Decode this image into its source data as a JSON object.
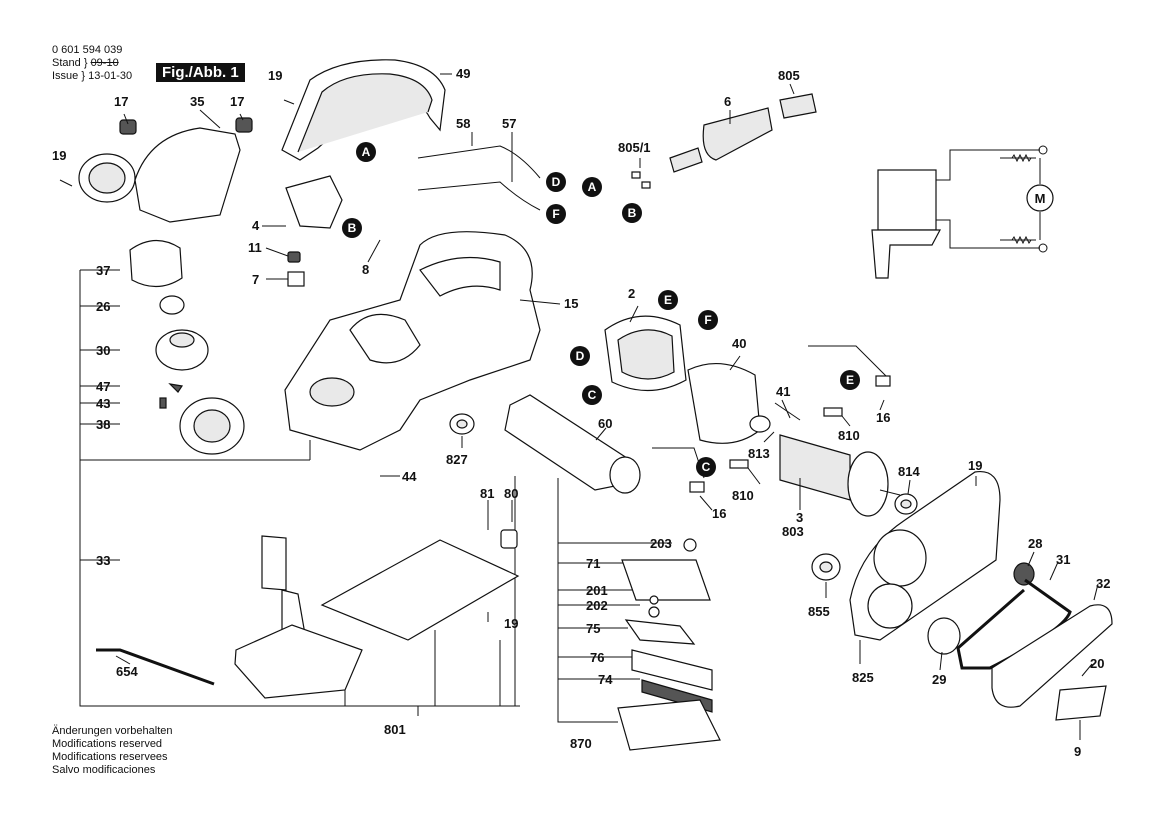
{
  "header": {
    "part_number": "0 601 594 039",
    "stand_label": "Stand",
    "issue_label": "Issue",
    "stand_old": "09-10",
    "stand_value": "13-01-30",
    "figure_label": "Fig./Abb. 1"
  },
  "labels": {
    "l19a": "19",
    "l49": "49",
    "l17a": "17",
    "l35": "35",
    "l17b": "17",
    "l19b": "19",
    "l58": "58",
    "l57": "57",
    "l805": "805",
    "l6": "6",
    "l8051": "805/1",
    "l4": "4",
    "l11": "11",
    "l7": "7",
    "l8": "8",
    "l37": "37",
    "l26": "26",
    "l30": "30",
    "l47": "47",
    "l43": "43",
    "l38": "38",
    "l33": "33",
    "l15": "15",
    "l2": "2",
    "l40": "40",
    "l41": "41",
    "l16a": "16",
    "l810a": "810",
    "l827": "827",
    "l60": "60",
    "l44": "44",
    "l81": "81",
    "l80": "80",
    "l16b": "16",
    "l810b": "810",
    "l813": "813",
    "l814": "814",
    "l19c": "19",
    "l3": "3",
    "l803": "803",
    "l19d": "19",
    "l654": "654",
    "l801": "801",
    "l203": "203",
    "l71": "71",
    "l201": "201",
    "l202": "202",
    "l75": "75",
    "l76": "76",
    "l74": "74",
    "l870": "870",
    "l855": "855",
    "l825": "825",
    "l28": "28",
    "l31": "31",
    "l32": "32",
    "l29": "29",
    "l20": "20",
    "l9": "9"
  },
  "callouts": {
    "A1": "A",
    "B1": "B",
    "D1": "D",
    "F1": "F",
    "A2": "A",
    "B2": "B",
    "E1": "E",
    "F2": "F",
    "D2": "D",
    "C1": "C",
    "E2": "E",
    "C2": "C"
  },
  "schematic": {
    "motor_label": "M"
  },
  "footer": {
    "lines": [
      "Änderungen vorbehalten",
      "Modifications reserved",
      "Modifications reservees",
      "Salvo modificaciones"
    ]
  }
}
